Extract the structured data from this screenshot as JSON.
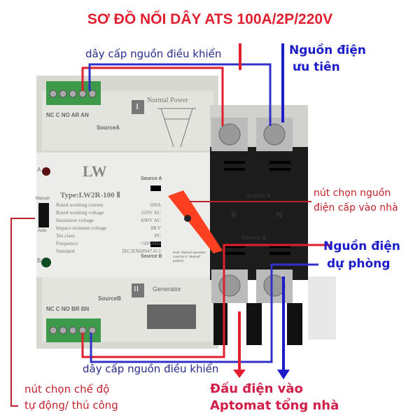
{
  "title": "SƠ ĐỒ NỐI DÂY ATS 100A/2P/220V",
  "labels": {
    "control_wire_top": "dây cấp nguồn điều khiển",
    "priority_source_1": "Nguồn điện",
    "priority_source_2": "ưu tiên",
    "selector_1": "nút chọn nguồn",
    "selector_2": "điện cấp vào nhà",
    "backup_source_1": "Nguồn điện",
    "backup_source_2": "dự phòng",
    "control_wire_bottom": "dây cấp nguồn điều khiển",
    "mode_1": "nút chọn chế độ",
    "mode_2": "tự động/ thủ công",
    "output_1": "Đấu điện vào",
    "output_2": "Aptomat tổng nhà"
  },
  "device": {
    "top_terminals": "NC C NO AR AN",
    "source_a": "SourceA",
    "module_1_num": "I",
    "normal_power": "Normal Power",
    "logo": "LW",
    "type": "Type:LW2R-100 Ⅱ",
    "specs": [
      {
        "k": "Rated working current",
        "v": "100A"
      },
      {
        "k": "Rated working voltage",
        "v": "220V AC"
      },
      {
        "k": "Insulation voltage",
        "v": "690V AC"
      },
      {
        "k": "Impact-resistant voltage",
        "v": "8KV"
      },
      {
        "k": "Tse class",
        "v": "PC"
      },
      {
        "k": "Frequency",
        "v": "~50/60Hz"
      },
      {
        "k": "Standard",
        "v": "IEC/EN60947-6-1"
      }
    ],
    "led_a": "A",
    "led_b": "B",
    "manual": "Manual",
    "auto": "Auto",
    "switch_source_a": "Source A",
    "switch_source_b": "Source B",
    "note": "Note: Manual operation must be in \"Manual\" position",
    "bottom_terminals": "NC C NO BR BN",
    "source_b": "SourceB",
    "module_2_num": "II",
    "generator": "Generator",
    "black_source_a": "Source A",
    "black_r": "R",
    "black_n": "N",
    "black_source_b": "Source B"
  },
  "colors": {
    "red": "#e0202c",
    "blue": "#1c1cc8",
    "navy": "#2a2a8a",
    "device": "#dcdcd6",
    "black": "#1a1a1a",
    "terminal_green": "#3c9a4a"
  }
}
